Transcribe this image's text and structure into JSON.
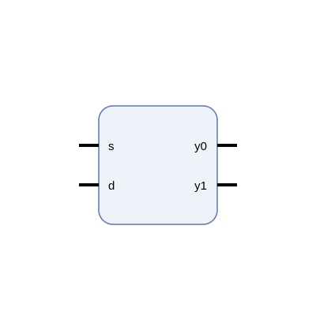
{
  "block": {
    "fill": "#eef3f9",
    "stroke": "#5b74b3"
  },
  "wire_color": "#000000",
  "ports": {
    "inputs": [
      {
        "label": "s"
      },
      {
        "label": "d"
      }
    ],
    "outputs": [
      {
        "label": "y0"
      },
      {
        "label": "y1"
      }
    ]
  }
}
